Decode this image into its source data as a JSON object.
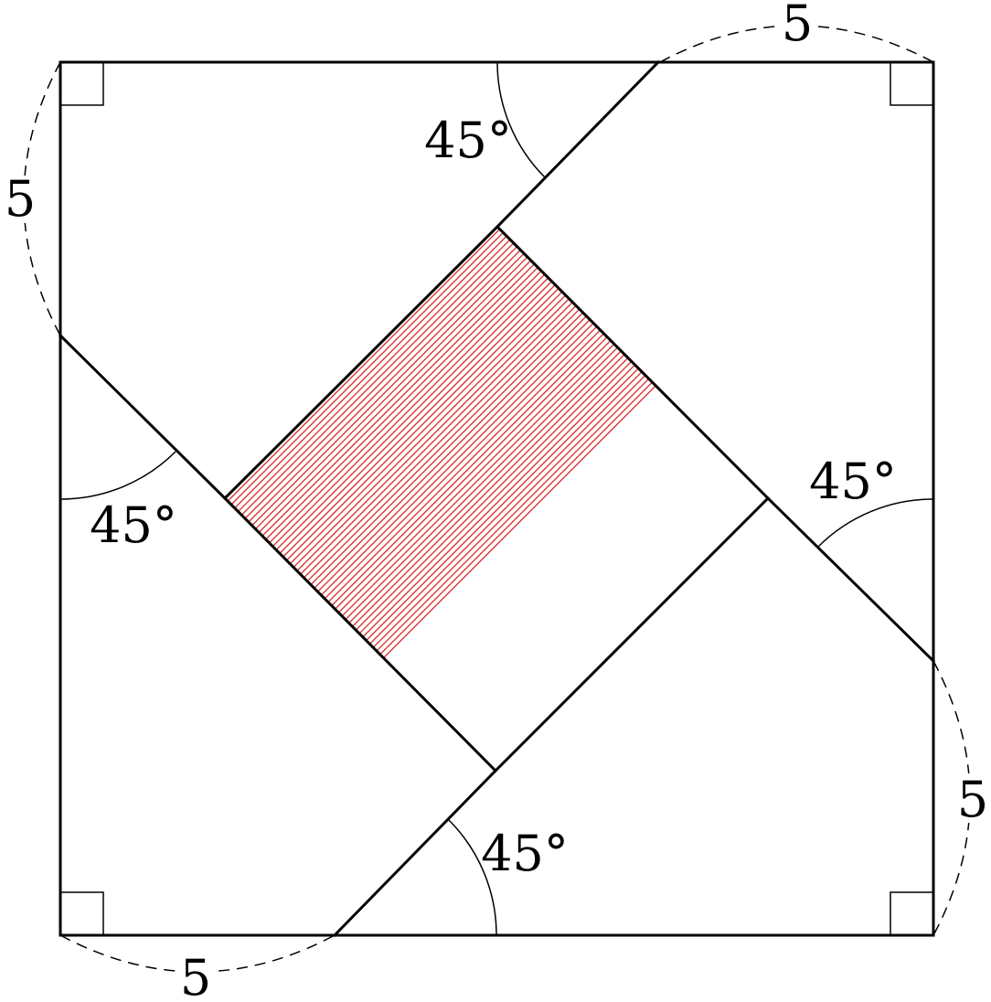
{
  "diagram": {
    "side_labels": {
      "top": "5",
      "left": "5",
      "right": "5",
      "bottom": "5"
    },
    "angle_labels": {
      "top": "45°",
      "left": "45°",
      "right": "45°",
      "bottom": "45°"
    },
    "colors": {
      "lines": "#000000",
      "hatch": "#dd2a2a",
      "background": "#ffffff"
    }
  }
}
